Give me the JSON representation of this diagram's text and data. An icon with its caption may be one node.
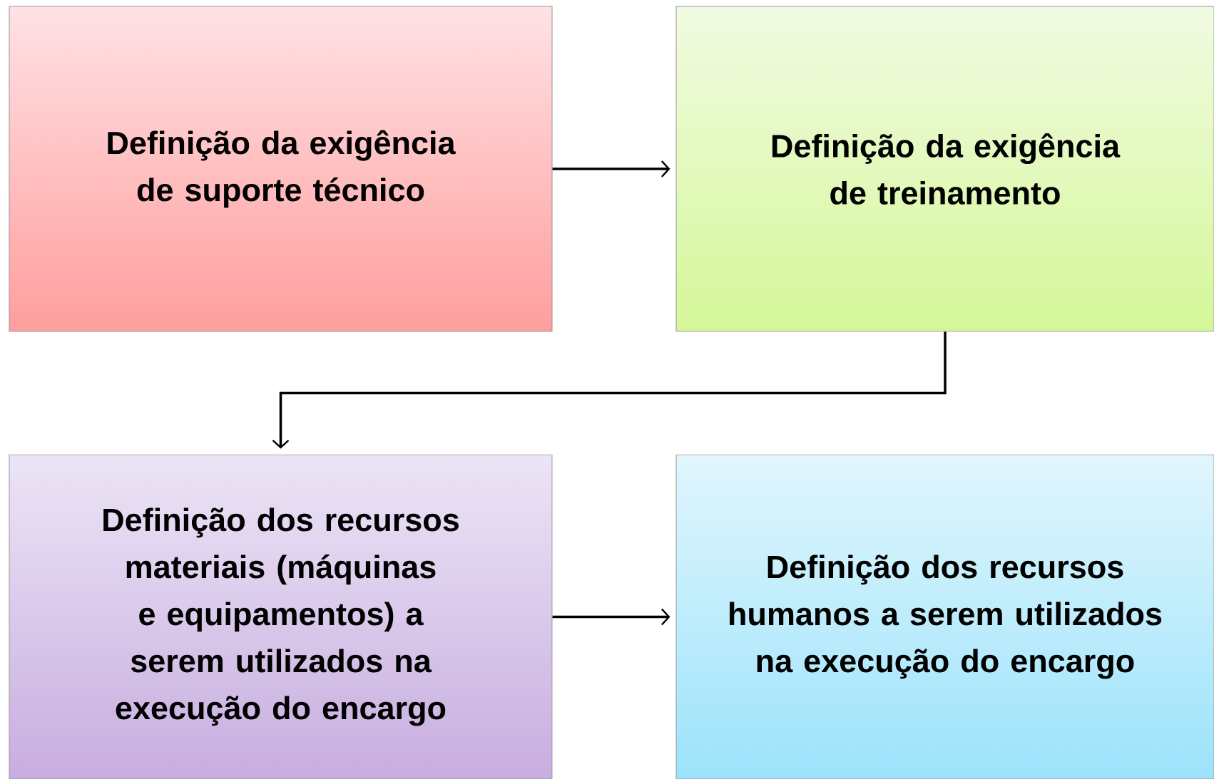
{
  "diagram": {
    "nodes": [
      {
        "text": [
          "Definição da exigência de suporte técnico"
        ]
      },
      {
        "text": [
          "Definição da exigência de treinamento"
        ]
      },
      {
        "text": [
          "Definição dos recursos materiais (máquinas e equipamentos) a serem utilizados na execução do encargo"
        ]
      },
      {
        "text": [
          "Definição dos recursos humanos a serem utilizados na execução do encargo"
        ]
      }
    ],
    "edges": [
      {
        "from": 0,
        "to": 1,
        "arrow": "to"
      },
      {
        "from": 1,
        "to": 2,
        "arrow": "to"
      },
      {
        "from": 2,
        "to": 3,
        "arrow": "to"
      }
    ]
  }
}
